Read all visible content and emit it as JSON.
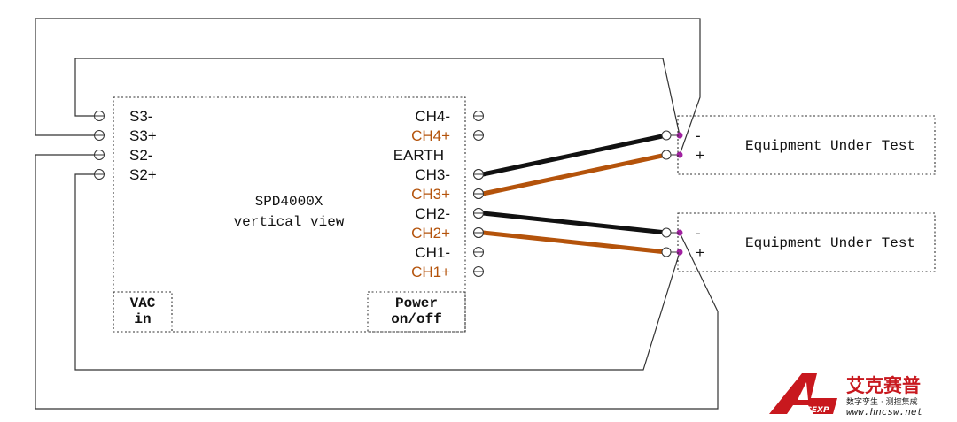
{
  "device": {
    "title": "SPD4000X",
    "subtitle": "vertical view",
    "vac_line1": "VAC",
    "vac_line2": "in",
    "power_line1": "Power",
    "power_line2": "on/off"
  },
  "left_terminals": [
    "S3-",
    "S3+",
    "S2-",
    "S2+"
  ],
  "right_terminals": [
    {
      "label": "CH4-",
      "color": "#111111"
    },
    {
      "label": "CH4+",
      "color": "#b4530b"
    },
    {
      "label": "EARTH",
      "color": "#111111"
    },
    {
      "label": "CH3-",
      "color": "#111111"
    },
    {
      "label": "CH3+",
      "color": "#b4530b"
    },
    {
      "label": "CH2-",
      "color": "#111111"
    },
    {
      "label": "CH2+",
      "color": "#b4530b"
    },
    {
      "label": "CH1-",
      "color": "#111111"
    },
    {
      "label": "CH1+",
      "color": "#b4530b"
    }
  ],
  "eut": [
    {
      "title": "Equipment Under Test",
      "minus": "-",
      "plus": "+"
    },
    {
      "title": "Equipment Under Test",
      "minus": "-",
      "plus": "+"
    }
  ],
  "colors": {
    "negative_wire": "#111111",
    "positive_wire": "#b4530b",
    "junction_dot": "#a020a0",
    "sense_wire": "#333333",
    "watermark_red": "#c8181e"
  },
  "watermark": {
    "brand": "艾克赛普",
    "tagline": "数字孪生 · 测控集成",
    "url": "www.hncsw.net",
    "logo_text": "ACCEXP"
  }
}
